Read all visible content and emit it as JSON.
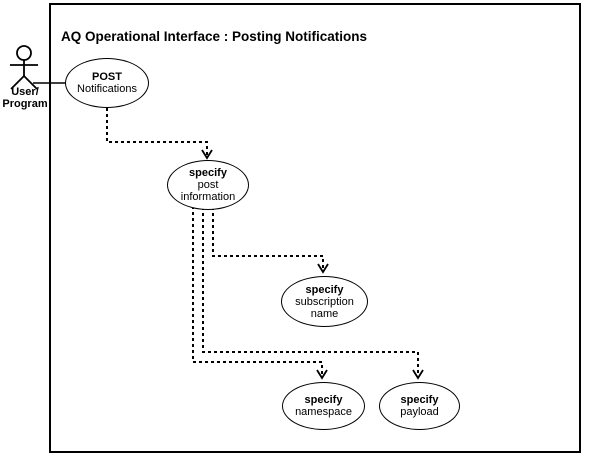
{
  "diagram": {
    "title": "AQ Operational Interface : Posting Notifications",
    "type": "uml-use-case-diagram",
    "colors": {
      "line": "#000000",
      "background": "#ffffff",
      "text": "#000000"
    },
    "actor": {
      "name": "User/Program",
      "label": "User/\nProgram"
    },
    "usecases": [
      {
        "name": "POST Notifications",
        "bold": "POST",
        "rest": "Notifications"
      },
      {
        "name": "specify post information",
        "bold": "specify",
        "rest": "post\ninformation"
      },
      {
        "name": "specify subscription name",
        "bold": "specify",
        "rest": "subscription\nname"
      },
      {
        "name": "specify namespace",
        "bold": "specify",
        "rest": "namespace"
      },
      {
        "name": "specify payload",
        "bold": "specify",
        "rest": "payload"
      }
    ],
    "connections": [
      {
        "from": "User/Program",
        "to": "POST Notifications",
        "style": "solid-association"
      },
      {
        "from": "POST Notifications",
        "to": "specify post information",
        "style": "dashed-arrow"
      },
      {
        "from": "specify post information",
        "to": "specify subscription name",
        "style": "dashed-arrow"
      },
      {
        "from": "specify post information",
        "to": "specify namespace",
        "style": "dashed-arrow"
      },
      {
        "from": "specify post information",
        "to": "specify payload",
        "style": "dashed-arrow"
      }
    ]
  }
}
